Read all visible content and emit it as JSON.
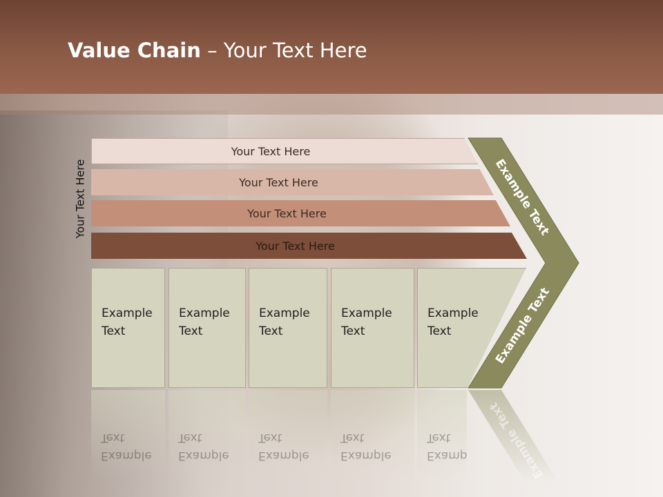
{
  "slide": {
    "title_bold": "Value Chain",
    "title_rest": " – Your Text Here",
    "vertical_label": "Your Text Here"
  },
  "bars": [
    {
      "label": "Your Text Here"
    },
    {
      "label": "Your Text Here"
    },
    {
      "label": "Your Text Here"
    },
    {
      "label": "Your Text Here"
    }
  ],
  "boxes": [
    {
      "line1": "Example",
      "line2": "Text"
    },
    {
      "line1": "Example",
      "line2": "Text"
    },
    {
      "line1": "Example",
      "line2": "Text"
    },
    {
      "line1": "Example",
      "line2": "Text"
    },
    {
      "line1": "Example",
      "line2": "Text"
    }
  ],
  "chevron": {
    "upper_label": "Example Text",
    "lower_label": "Example Text",
    "color": "#8a8a5c"
  },
  "colors": {
    "header": "#8a5a45",
    "bar1": "#ecdcd5",
    "bar2": "#d9b7a8",
    "bar3": "#c38f78",
    "bar4": "#7d4e3a",
    "box": "#d4d4bf"
  }
}
